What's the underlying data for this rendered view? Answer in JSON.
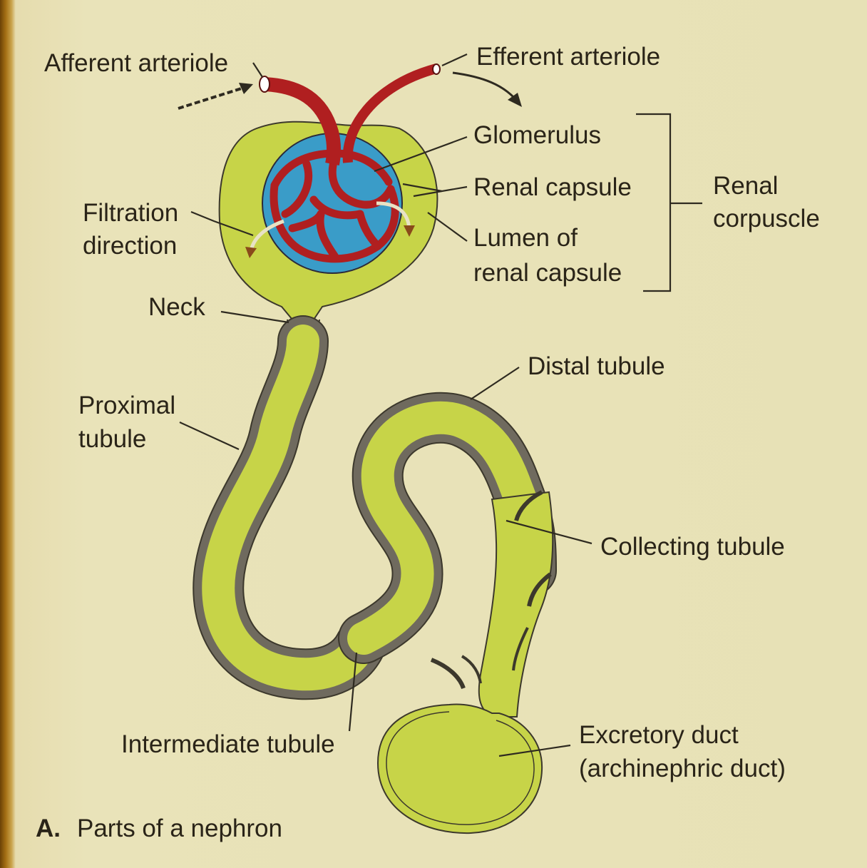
{
  "labels": {
    "afferent_arteriole": "Afferent arteriole",
    "efferent_arteriole": "Efferent arteriole",
    "glomerulus": "Glomerulus",
    "renal_capsule": "Renal capsule",
    "lumen_line1": "Lumen of",
    "lumen_line2": "renal capsule",
    "renal_corpuscle_line1": "Renal",
    "renal_corpuscle_line2": "corpuscle",
    "filtration_line1": "Filtration",
    "filtration_line2": "direction",
    "neck": "Neck",
    "distal_tubule": "Distal tubule",
    "proximal_line1": "Proximal",
    "proximal_line2": "tubule",
    "collecting_tubule": "Collecting tubule",
    "intermediate_tubule": "Intermediate tubule",
    "excretory_line1": "Excretory duct",
    "excretory_line2": "(archinephric duct)"
  },
  "caption": {
    "letter": "A.",
    "text": "Parts of a nephron"
  },
  "colors": {
    "tubule_fill": "#c7d448",
    "tubule_wall": "#6f6a5e",
    "blood": "#b01f20",
    "glomerulus_space": "#3a9cc8",
    "background": "#e7e1b6",
    "frame": "#8a5a12"
  }
}
